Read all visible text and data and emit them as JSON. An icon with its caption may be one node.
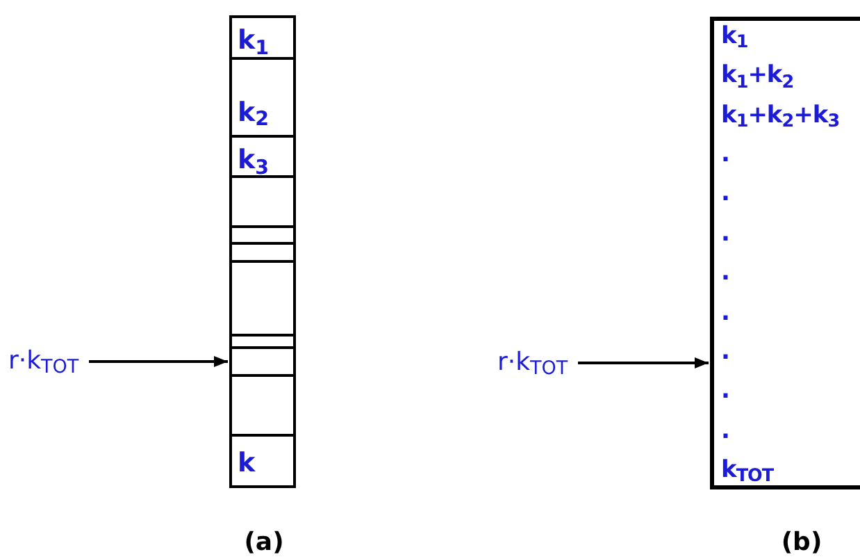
{
  "diagram": {
    "nodes": [
      {
        "text": [
          "k$_{1}$"
        ]
      },
      {
        "text": [
          "k$_{2}$"
        ]
      },
      {
        "text": [
          "k$_{3}$"
        ]
      },
      {
        "text": [],
        "shape": "box"
      },
      {
        "text": [],
        "shape": "box"
      },
      {
        "text": [],
        "shape": "box"
      },
      {
        "text": [],
        "shape": "box"
      },
      {
        "text": [],
        "shape": "box"
      },
      {
        "text": [],
        "shape": "box"
      },
      {
        "text": [],
        "shape": "box"
      },
      {
        "text": [
          "k"
        ]
      },
      {
        "text": [
          "r·k$_{TOT}$"
        ]
      },
      {
        "text": [
          "k$_{1}$",
          "k$_{1}$+k$_{2}$",
          "k$_{1}$+k$_{2}$+k$_{3}$",
          ".",
          ".",
          ".",
          ".",
          ".",
          ".",
          ".",
          ".",
          "k$_{TOT}$"
        ]
      },
      {
        "text": [
          "r·k$_{TOT}$"
        ]
      }
    ],
    "edges": [
      {
        "from": 11,
        "to": 8,
        "arrow": "to"
      },
      {
        "from": 13,
        "to": 12,
        "arrow": "to"
      }
    ],
    "labels": [
      "(a)",
      "(b)"
    ]
  }
}
